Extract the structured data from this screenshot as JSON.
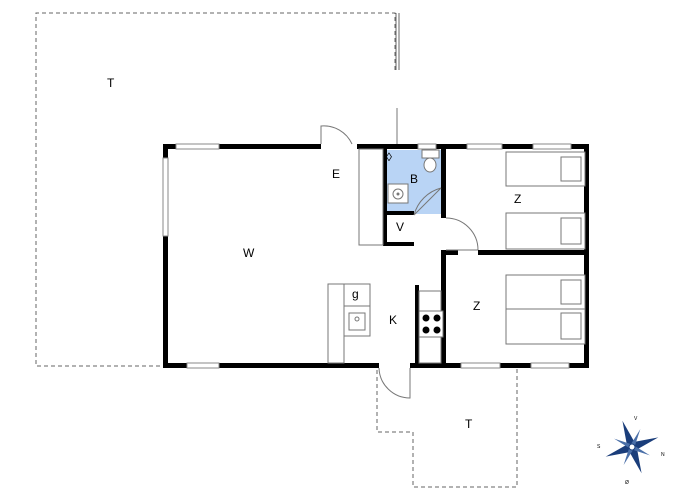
{
  "rooms": {
    "terrace_top": "T",
    "living": "W",
    "entrance": "E",
    "bathroom": "B",
    "storage": "V",
    "bedroom_1": "Z",
    "bedroom_2": "Z",
    "freezer": "g",
    "kitchen": "K",
    "terrace_bottom": "T"
  },
  "compass": {
    "north": "N",
    "south": "S",
    "east": "Ø",
    "west": "V"
  },
  "colors": {
    "walls": "#000000",
    "bathroom_fill": "#b9d4f5",
    "terrace_outline": "#666666",
    "fixtures": "#777777"
  }
}
